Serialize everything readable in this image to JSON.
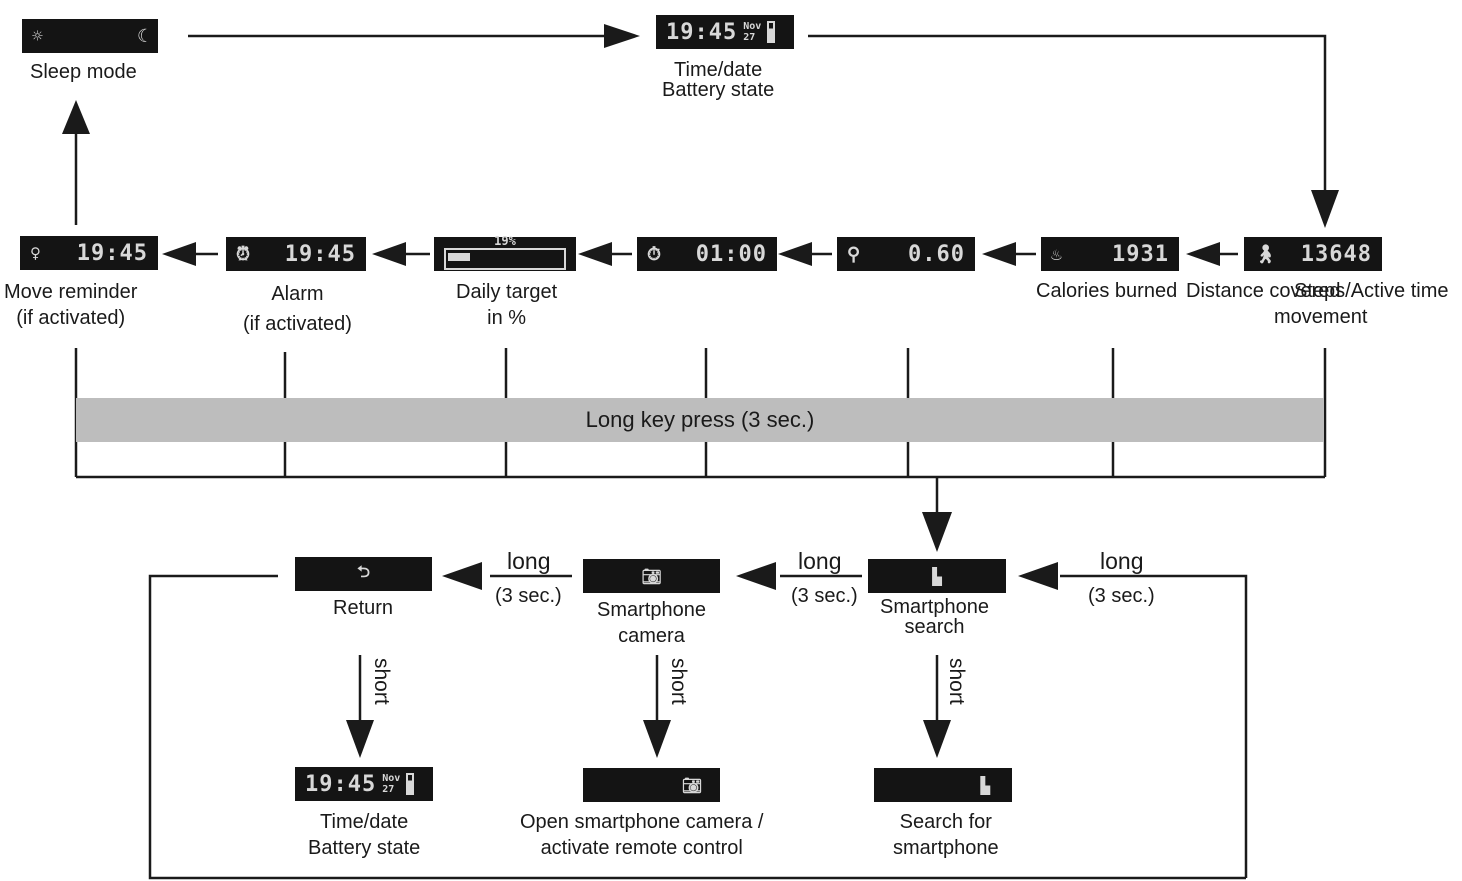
{
  "sleep": {
    "label": "Sleep mode",
    "icon_left": "sun-icon",
    "icon_right": "moon-icon"
  },
  "timedate_top": {
    "time": "19:45",
    "month": "Nov",
    "day": "27",
    "label_line1": "Time/date",
    "label_line2": "Battery state"
  },
  "steps": {
    "value": "13648",
    "label_line1": "Steps/Active time",
    "label_line2": "movement"
  },
  "calories": {
    "value": "1931",
    "label": "Calories burned"
  },
  "distance": {
    "value": "0.60",
    "label": "Distance covered"
  },
  "timer": {
    "value": "01:00"
  },
  "daily": {
    "percent_text": "19%",
    "progress": 0.19,
    "label_line1": "Daily target",
    "label_line2": "in %"
  },
  "alarm": {
    "value": "19:45",
    "label_line1": "Alarm",
    "label_line2": "(if activated)"
  },
  "move": {
    "value": "19:45",
    "label_line1": "Move reminder",
    "label_line2": "(if activated)"
  },
  "bar": {
    "label": "Long key press (3 sec.)"
  },
  "search": {
    "label_line1": "Smartphone",
    "label_line2": "search"
  },
  "camera": {
    "label_line1": "Smartphone",
    "label_line2": "camera"
  },
  "ret": {
    "label": "Return"
  },
  "edges": {
    "long": "long",
    "secs": "(3 sec.)",
    "short": "short"
  },
  "results": {
    "time_label1": "Time/date",
    "time_label2": "Battery state",
    "cam_label1": "Open smartphone camera /",
    "cam_label2": "activate remote control",
    "search_label1": "Search for",
    "search_label2": "smartphone"
  }
}
